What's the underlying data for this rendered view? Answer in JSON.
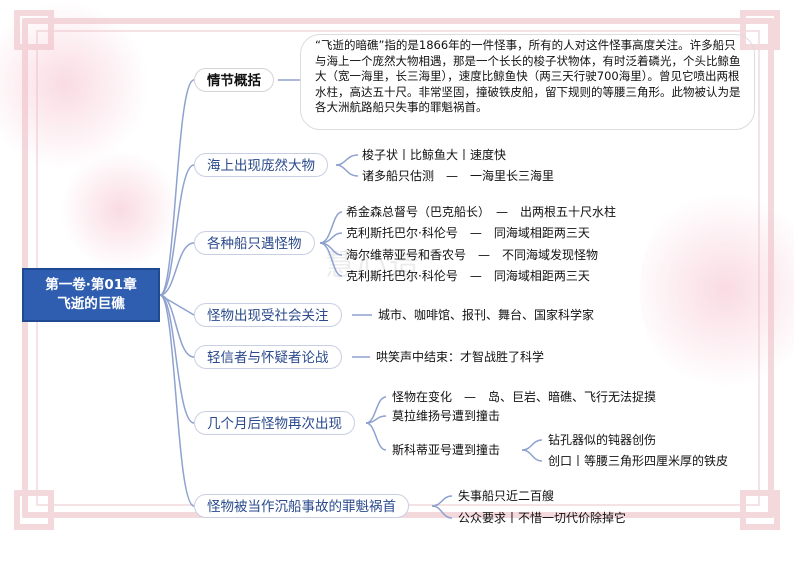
{
  "root": {
    "line1": "第一卷·第01章",
    "line2": "飞逝的巨礁"
  },
  "summary": {
    "label": "情节概括",
    "text": "“飞逝的暗礁”指的是1866年的一件怪事，所有的人对这件怪事高度关注。许多船只与海上一个庞然大物相遇，那是一个长长的梭子状物体，有时泛着磷光，个头比鲸鱼大（宽一海里，长三海里），速度比鲸鱼快（两三天行驶700海里）。曾见它喷出两根水柱，高达五十尺。非常坚固，撞破铁皮船，留下规则的等腰三角形。此物被认为是各大洲航路船只失事的罪魁祸首。"
  },
  "branches": [
    {
      "label": "海上出现庞然大物",
      "items": [
        "梭子状丨比鲸鱼大丨速度快",
        "诸多船只估测　—　一海里长三海里"
      ]
    },
    {
      "label": "各种船只遇怪物",
      "items": [
        "希金森总督号（巴克船长）　—　出两根五十尺水柱",
        "克利斯托巴尔·科伦号　—　同海域相距两三天",
        "海尔维蒂亚号和香农号　—　不同海域发现怪物",
        "克利斯托巴尔·科伦号　—　同海域相距两三天"
      ]
    },
    {
      "label": "怪物出现受社会关注",
      "items": [
        "城市、咖啡馆、报刊、舞台、国家科学家"
      ]
    },
    {
      "label": "轻信者与怀疑者论战",
      "items": [
        "哄笑声中结束：才智战胜了科学"
      ]
    },
    {
      "label": "几个月后怪物再次出现",
      "items": [
        "怪物在变化　—　岛、巨岩、暗礁、飞行无法捉摸",
        "莫拉维扬号遭到撞击",
        "斯科蒂亚号遭到撞击"
      ],
      "sub": [
        "钻孔器似的钝器创伤",
        "创口丨等腰三角形四厘米厚的铁皮"
      ]
    },
    {
      "label": "怪物被当作沉船事故的罪魁祸首",
      "items": [
        "失事船只近二百艘",
        "公众要求丨不惜一切代价除掉它"
      ]
    }
  ],
  "watermark": "慧心造",
  "colors": {
    "root_bg": "#2f5eb0",
    "branch_text": "#2a4a8c",
    "line": "#8ea2cf",
    "frame": "#f3d9dc"
  }
}
